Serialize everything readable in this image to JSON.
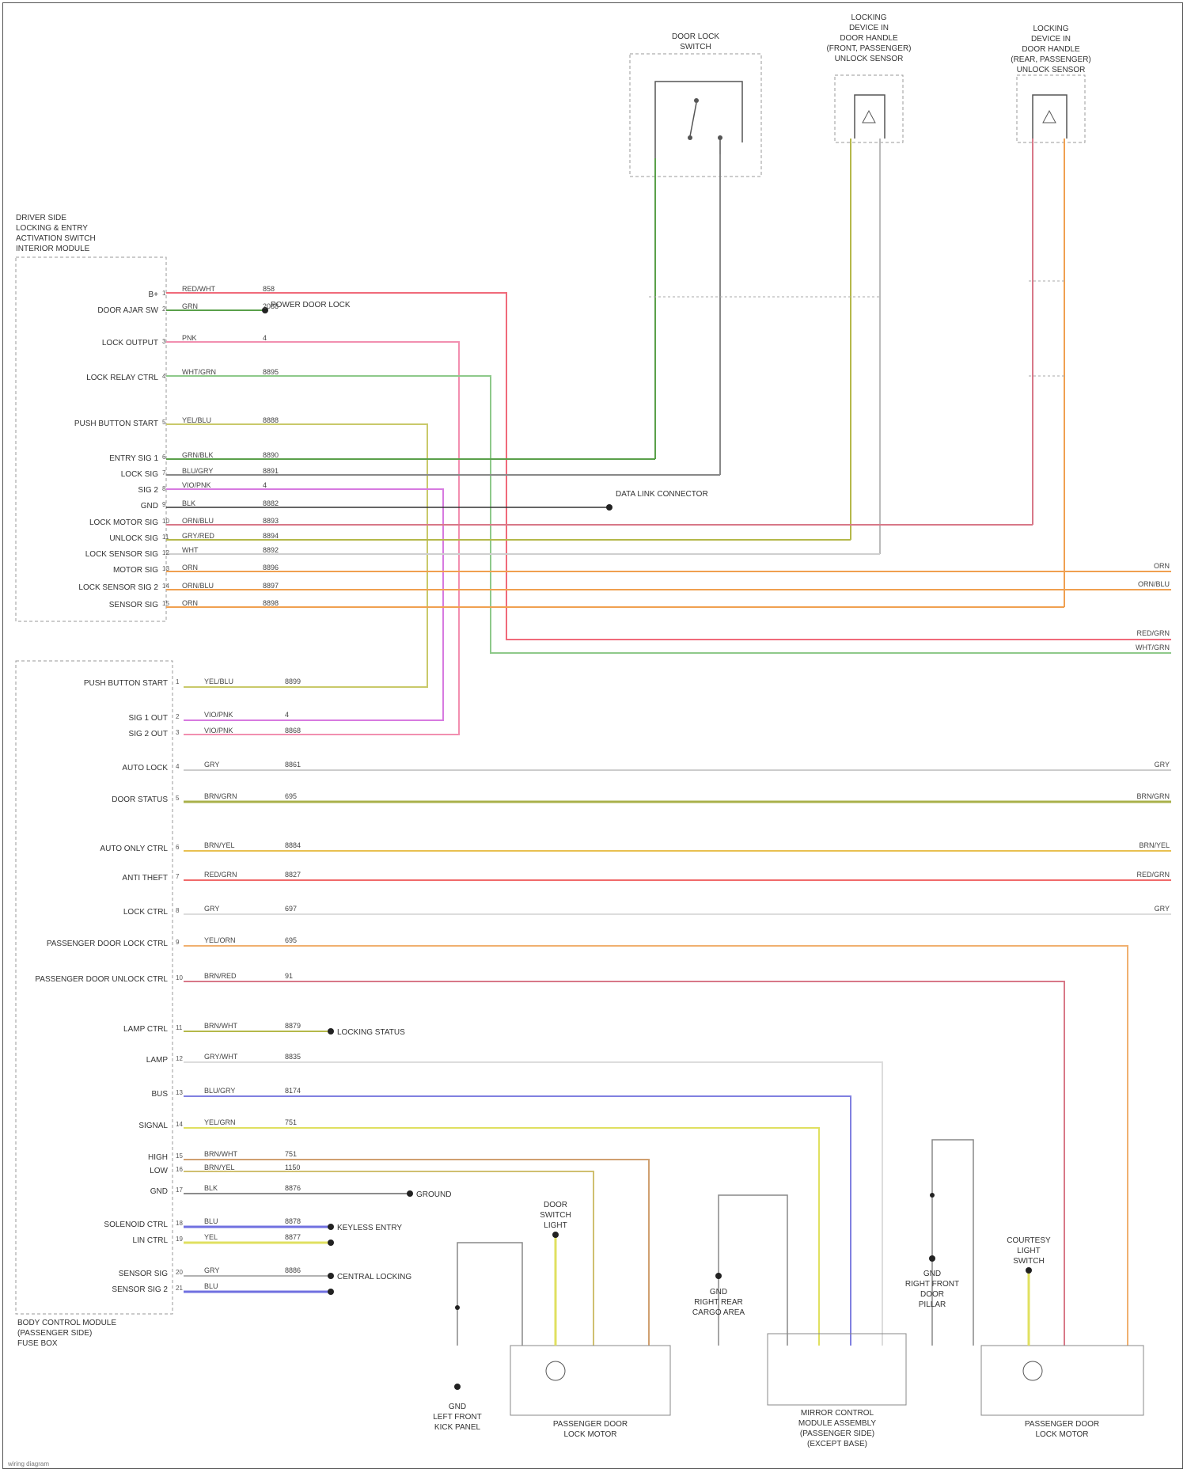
{
  "modules": {
    "left_top": [
      "DRIVER SIDE",
      "LOCKING & ENTRY",
      "ACTIVATION SWITCH",
      "INTERIOR MODULE"
    ],
    "left_bottom": [
      "BODY CONTROL MODULE",
      "(PASSENGER SIDE)",
      "FUSE BOX"
    ],
    "switch_top": [
      "DOOR LOCK",
      "SWITCH"
    ],
    "sensor_top_mid": [
      "LOCKING",
      "DEVICE IN",
      "DOOR HANDLE",
      "(FRONT, PASSENGER)",
      "UNLOCK SENSOR"
    ],
    "sensor_top_right": [
      "LOCKING",
      "DEVICE IN",
      "DOOR HANDLE",
      "(REAR, PASSENGER)",
      "UNLOCK SENSOR"
    ],
    "bottom_left_sensor": [
      "DOOR",
      "SWITCH",
      "LIGHT"
    ],
    "bottom_right_sensor": [
      "COURTESY",
      "LIGHT",
      "SWITCH"
    ],
    "bottom_left_motor": [
      "PASSENGER DOOR",
      "LOCK MOTOR"
    ],
    "bottom_mid_motor": [
      "MIRROR CONTROL",
      "MODULE ASSEMBLY",
      "(PASSENGER SIDE)",
      "(EXCEPT BASE)"
    ],
    "bottom_right_motor": [
      "PASSENGER DOOR",
      "LOCK MOTOR"
    ]
  },
  "grounds": {
    "g1": [
      "GND",
      "LEFT FRONT",
      "KICK PANEL"
    ],
    "g2": [
      "GND",
      "RIGHT REAR",
      "CARGO AREA"
    ],
    "g3": [
      "GND",
      "RIGHT FRONT",
      "DOOR",
      "PILLAR"
    ]
  },
  "splice_labels": {
    "s1": "POWER DOOR LOCK",
    "s2": "LOCKING STATUS",
    "s3": "KEYLESS ENTRY",
    "s4": "DATA LINK CONNECTOR",
    "s5": "GROUND",
    "s6": "CENTRAL LOCKING"
  },
  "top_pin_labels": [
    "B+",
    "DOOR AJAR SW",
    "LOCK OUTPUT",
    "LOCK RELAY CTRL",
    "PUSH BUTTON START",
    "ENTRY SIG 1",
    "LOCK SIG",
    "SIG 2",
    "GND",
    "LOCK MOTOR SIG",
    "UNLOCK SIG",
    "LOCK SENSOR SIG",
    "MOTOR SIG",
    "LOCK SENSOR SIG 2",
    "SENSOR SIG"
  ],
  "bottom_pin_labels": [
    "PUSH BUTTON START",
    "SIG 1 OUT",
    "SIG 2 OUT",
    "AUTO LOCK",
    "DOOR STATUS",
    "AUTO ONLY CTRL",
    "ANTI THEFT",
    "LOCK CTRL",
    "PASSENGER DOOR LOCK CTRL",
    "PASSENGER DOOR UNLOCK CTRL",
    "LAMP CTRL",
    "LAMP",
    "BUS",
    "SIGNAL",
    "HIGH",
    "LOW",
    "GND",
    "SOLENOID CTRL",
    "LIN CTRL",
    "SENSOR SIG",
    "SENSOR SIG 2"
  ],
  "wire_colors": {
    "w1": "RED/WHT",
    "w2": "GRN",
    "w3": "PNK",
    "w4": "WHT/GRN",
    "w5": "YEL/BLU",
    "w6": "GRN/BLK",
    "w7": "BLU/GRY",
    "w8": "VIO/PNK",
    "w9": "BLK",
    "w10": "ORN/BLU",
    "w11": "GRY/RED",
    "w12": "WHT",
    "w13": "ORN",
    "w14": "ORN/BLU",
    "w15": "ORN",
    "w16": "YEL/BLU",
    "w17": "VIO/PNK",
    "w18": "VIO/PNK",
    "w19": "GRY",
    "w20": "BRN/GRN",
    "w21": "BRN/YEL",
    "w22": "RED/GRN",
    "w23": "GRY",
    "w24": "YEL/ORN",
    "w25": "BRN/RED",
    "w26": "BRN/WHT",
    "w27": "GRY/WHT",
    "w28": "BLU/GRY",
    "w29": "YEL/GRN",
    "w30": "BRN/WHT",
    "w31": "BRN/YEL",
    "w32": "BLK",
    "w33": "BLU",
    "w34": "YEL",
    "w35": "GRY",
    "w36": "BLU"
  },
  "circuit_numbers": {
    "c1": "858",
    "c2": "2088",
    "c3": "4",
    "c4": "8895",
    "c5": "8888",
    "c6": "8890",
    "c7": "8891",
    "c8": "4",
    "c9": "8882",
    "c10": "8893",
    "c11": "8894",
    "c12": "8892",
    "c13": "8896",
    "c14": "8897",
    "c15": "8898",
    "c16": "8899",
    "c17": "4",
    "c18": "8868",
    "c19": "8861",
    "c20": "695",
    "c21": "8884",
    "c22": "8827",
    "c23": "697",
    "c24": "695",
    "c25": "91",
    "c26": "8879",
    "c27": "8835",
    "c28": "8174",
    "c29": "751",
    "c30": "751",
    "c31": "1150",
    "c32": "8876",
    "c33": "8878",
    "c34": "8877",
    "c35": "8886"
  },
  "right_edge": {
    "r1": "ORN",
    "r2": "ORN/BLU",
    "r3": "RED/GRN",
    "r4": "WHT/GRN",
    "r5": "GRY",
    "r6": "BRN/GRN",
    "r7": "BRN/YEL",
    "r8": "RED/GRN",
    "r9": "GRY"
  },
  "footer": "wiring diagram"
}
